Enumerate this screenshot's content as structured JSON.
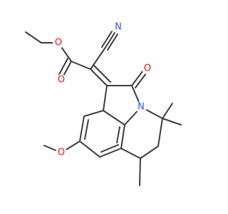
{
  "molecule": {
    "atoms": [
      {
        "id": "O_ester_single",
        "symbol": "O",
        "color": "#ff0d0d"
      },
      {
        "id": "O_ester_carbonyl",
        "symbol": "O",
        "color": "#ff0d0d"
      },
      {
        "id": "N_nitrile",
        "symbol": "N",
        "color": "#3050f8"
      },
      {
        "id": "O_lactam",
        "symbol": "O",
        "color": "#ff0d0d"
      },
      {
        "id": "N_ring",
        "symbol": "N",
        "color": "#3050f8"
      },
      {
        "id": "O_methoxy",
        "symbol": "O",
        "color": "#ff0d0d"
      }
    ],
    "bond_color": "#3c3c3c",
    "background": "#ffffff"
  }
}
